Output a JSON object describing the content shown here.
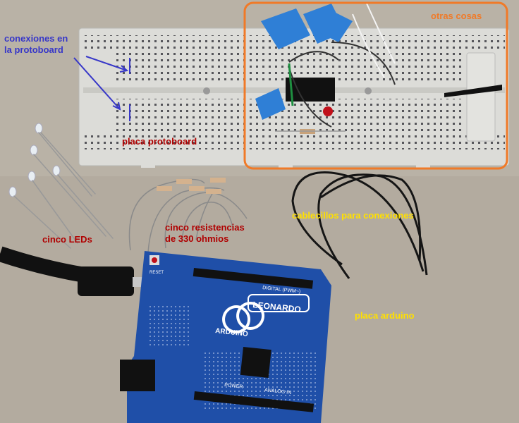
{
  "colors": {
    "blue_label": "#3737c8",
    "red_label": "#b00000",
    "yellow_label": "#ffe000",
    "orange_frame": "#f07a28",
    "table": "#b9b2a6",
    "breadboard": "#dcdcd8",
    "arduino_board": "#1f4fa8"
  },
  "labels": {
    "conexiones": "conexiones en\nla protoboard",
    "placa_protoboard": "placa protoboard",
    "otras_cosas": "otras cosas",
    "cinco_leds": "cinco LEDs",
    "cinco_resistencias": "cinco resistencias\nde 330 ohmios",
    "cablecillos": "cablecillos para conexiones",
    "placa_arduino": "placa arduino"
  },
  "board_text": {
    "arduino": "ARDUINO",
    "model": "LEONARDO",
    "reset": "RESET",
    "digital": "DIGITAL (PWM~)",
    "power": "POWER",
    "analog": "ANALOG IN"
  }
}
